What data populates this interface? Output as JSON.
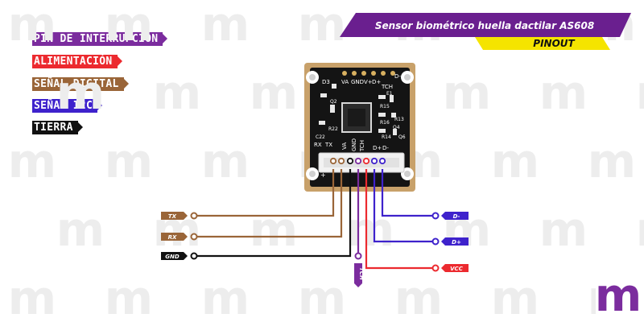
{
  "header": {
    "title": "Sensor biométrico huella dactilar AS608",
    "subtitle": "PINOUT",
    "title_color": "#6a1f8f",
    "subtitle_color": "#f5e400"
  },
  "legend": [
    {
      "label": "PIN DE INTERRUPCIÓN",
      "color": "#7b2c9e"
    },
    {
      "label": "ALIMENTACIÓN",
      "color": "#ec2a2f"
    },
    {
      "label": "SEÑAL DIGITAL",
      "color": "#9a6538"
    },
    {
      "label": "SEÑAL I2C",
      "color": "#3e22cc"
    },
    {
      "label": "TIERRA",
      "color": "#111111"
    }
  ],
  "pins": {
    "tx": {
      "label": "TX",
      "color": "#9a6538"
    },
    "rx": {
      "label": "RX",
      "color": "#9a6538"
    },
    "gnd": {
      "label": "GND",
      "color": "#111111"
    },
    "tch": {
      "label": "TCH",
      "color": "#7b2c9e"
    },
    "vcc": {
      "label": "VCC",
      "color": "#ec2a2f"
    },
    "dplus": {
      "label": "D+",
      "color": "#3e22cc"
    },
    "dminus": {
      "label": "D-",
      "color": "#3e22cc"
    }
  },
  "board": {
    "top_labels": [
      "D3",
      "VA",
      "GND",
      "V+",
      "D+",
      "TCH",
      "D-"
    ],
    "side_labels": [
      "E1",
      "R13",
      "Q2",
      "Q4",
      "R22",
      "R15",
      "R16",
      "Q6",
      "R14",
      "C22"
    ],
    "header_labels": [
      "RX",
      "TX",
      "VA",
      "GND",
      "TCH",
      "D+",
      "D-"
    ]
  },
  "watermark": {
    "glyph": "m",
    "color": "#ededed"
  },
  "logo": {
    "glyph": "m",
    "color": "#7b2c9e"
  }
}
